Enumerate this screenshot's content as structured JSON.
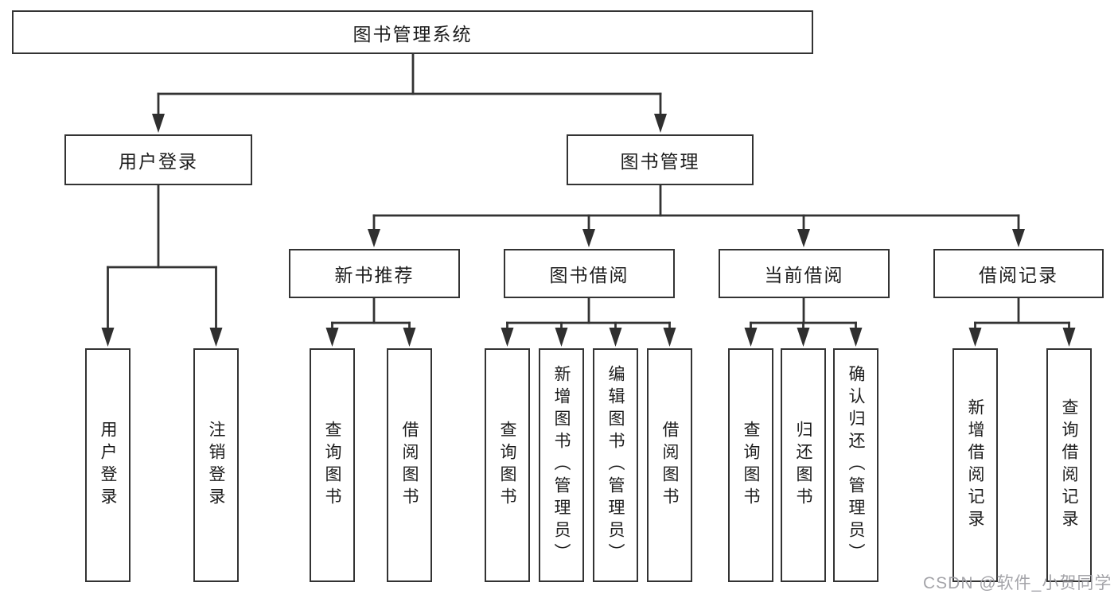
{
  "diagram": {
    "tree": {
      "root": {
        "label": "图书管理系统"
      },
      "branches": [
        {
          "label": "用户登录",
          "children": [
            "用户登录",
            "注销登录"
          ]
        },
        {
          "label": "图书管理",
          "sections": [
            {
              "label": "新书推荐",
              "children": [
                "查询图书",
                "借阅图书"
              ]
            },
            {
              "label": "图书借阅",
              "children": [
                "查询图书",
                "新增图书（管理员）",
                "编辑图书（管理员）",
                "借阅图书"
              ]
            },
            {
              "label": "当前借阅",
              "children": [
                "查询图书",
                "归还图书",
                "确认归还（管理员）"
              ]
            },
            {
              "label": "借阅记录",
              "children": [
                "新增借阅记录",
                "查询借阅记录"
              ]
            }
          ]
        }
      ]
    },
    "watermark": "CSDN @软件_小贺同学",
    "colors": {
      "line": "#333333",
      "text": "#1c1c1c",
      "watermark": "#9b9ba0",
      "background": "#ffffff"
    }
  }
}
